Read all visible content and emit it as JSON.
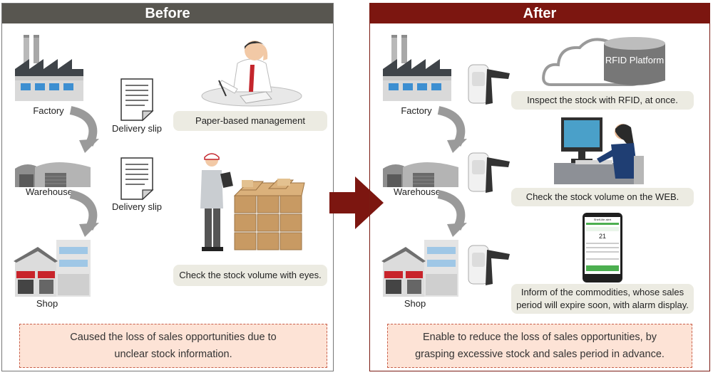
{
  "before": {
    "header": "Before",
    "labels": {
      "factory": "Factory",
      "warehouse": "Warehouse",
      "shop": "Shop",
      "slip1": "Delivery slip",
      "slip2": "Delivery slip"
    },
    "pills": {
      "paper": "Paper-based management",
      "eyes": "Check the stock volume with eyes."
    },
    "note_line1": "Caused the loss of sales opportunities due to",
    "note_line2": "unclear stock information."
  },
  "after": {
    "header": "After",
    "labels": {
      "factory": "Factory",
      "warehouse": "Warehouse",
      "shop": "Shop",
      "platform": "RFID Platform"
    },
    "pills": {
      "inspect": "Inspect the stock with RFID, at once.",
      "web": "Check the stock volume on the WEB.",
      "inform_line1": "Inform of the commodities, whose sales",
      "inform_line2": "period will expire soon, with alarm display."
    },
    "phone": {
      "title": "Shelf-life alert",
      "number": "21"
    },
    "note_line1": "Enable to reduce the loss of sales opportunities, by",
    "note_line2": "grasping excessive stock and sales period in advance."
  },
  "colors": {
    "before_header": "#585650",
    "after_header": "#7c1610",
    "pill_bg": "#ecebe2",
    "note_bg": "#fde3d6",
    "note_border": "#c9604b",
    "arrow": "#7c1610"
  }
}
